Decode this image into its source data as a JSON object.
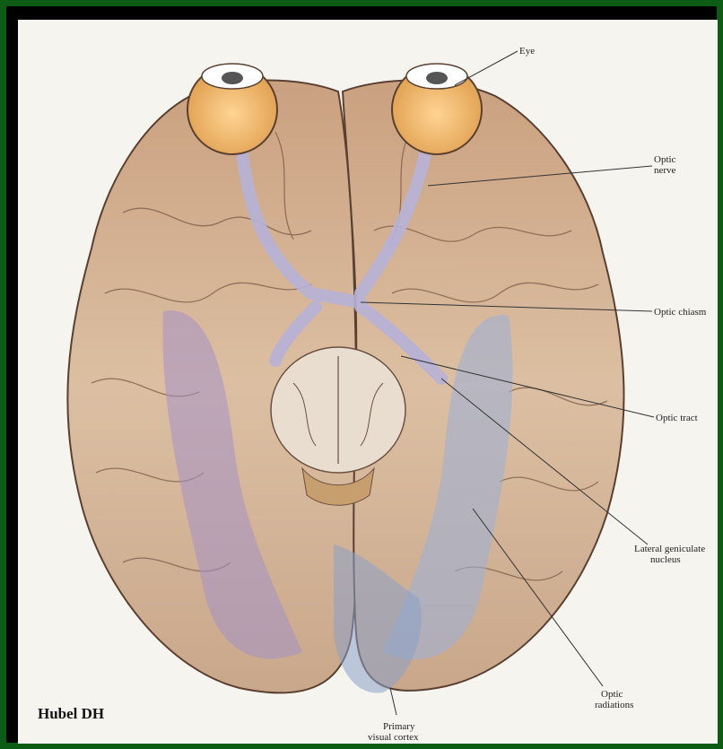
{
  "credit": "Hubel DH",
  "labels": {
    "eye": "Eye",
    "optic_nerve_1": "Optic",
    "optic_nerve_2": "nerve",
    "optic_chiasm": "Optic chiasm",
    "optic_tract": "Optic tract",
    "lgn_1": "Lateral geniculate",
    "lgn_2": "nucleus",
    "optic_radiations_1": "Optic",
    "optic_radiations_2": "radiations",
    "visual_cortex_1": "Primary",
    "visual_cortex_2": "visual cortex"
  },
  "colors": {
    "border": "#0d5c16",
    "cortex": "#d9b79a",
    "eye": "#f0b060",
    "pathway": "#b7b2d8",
    "radiation_left": "#a491c9",
    "radiation_right": "#9fb1d6"
  }
}
